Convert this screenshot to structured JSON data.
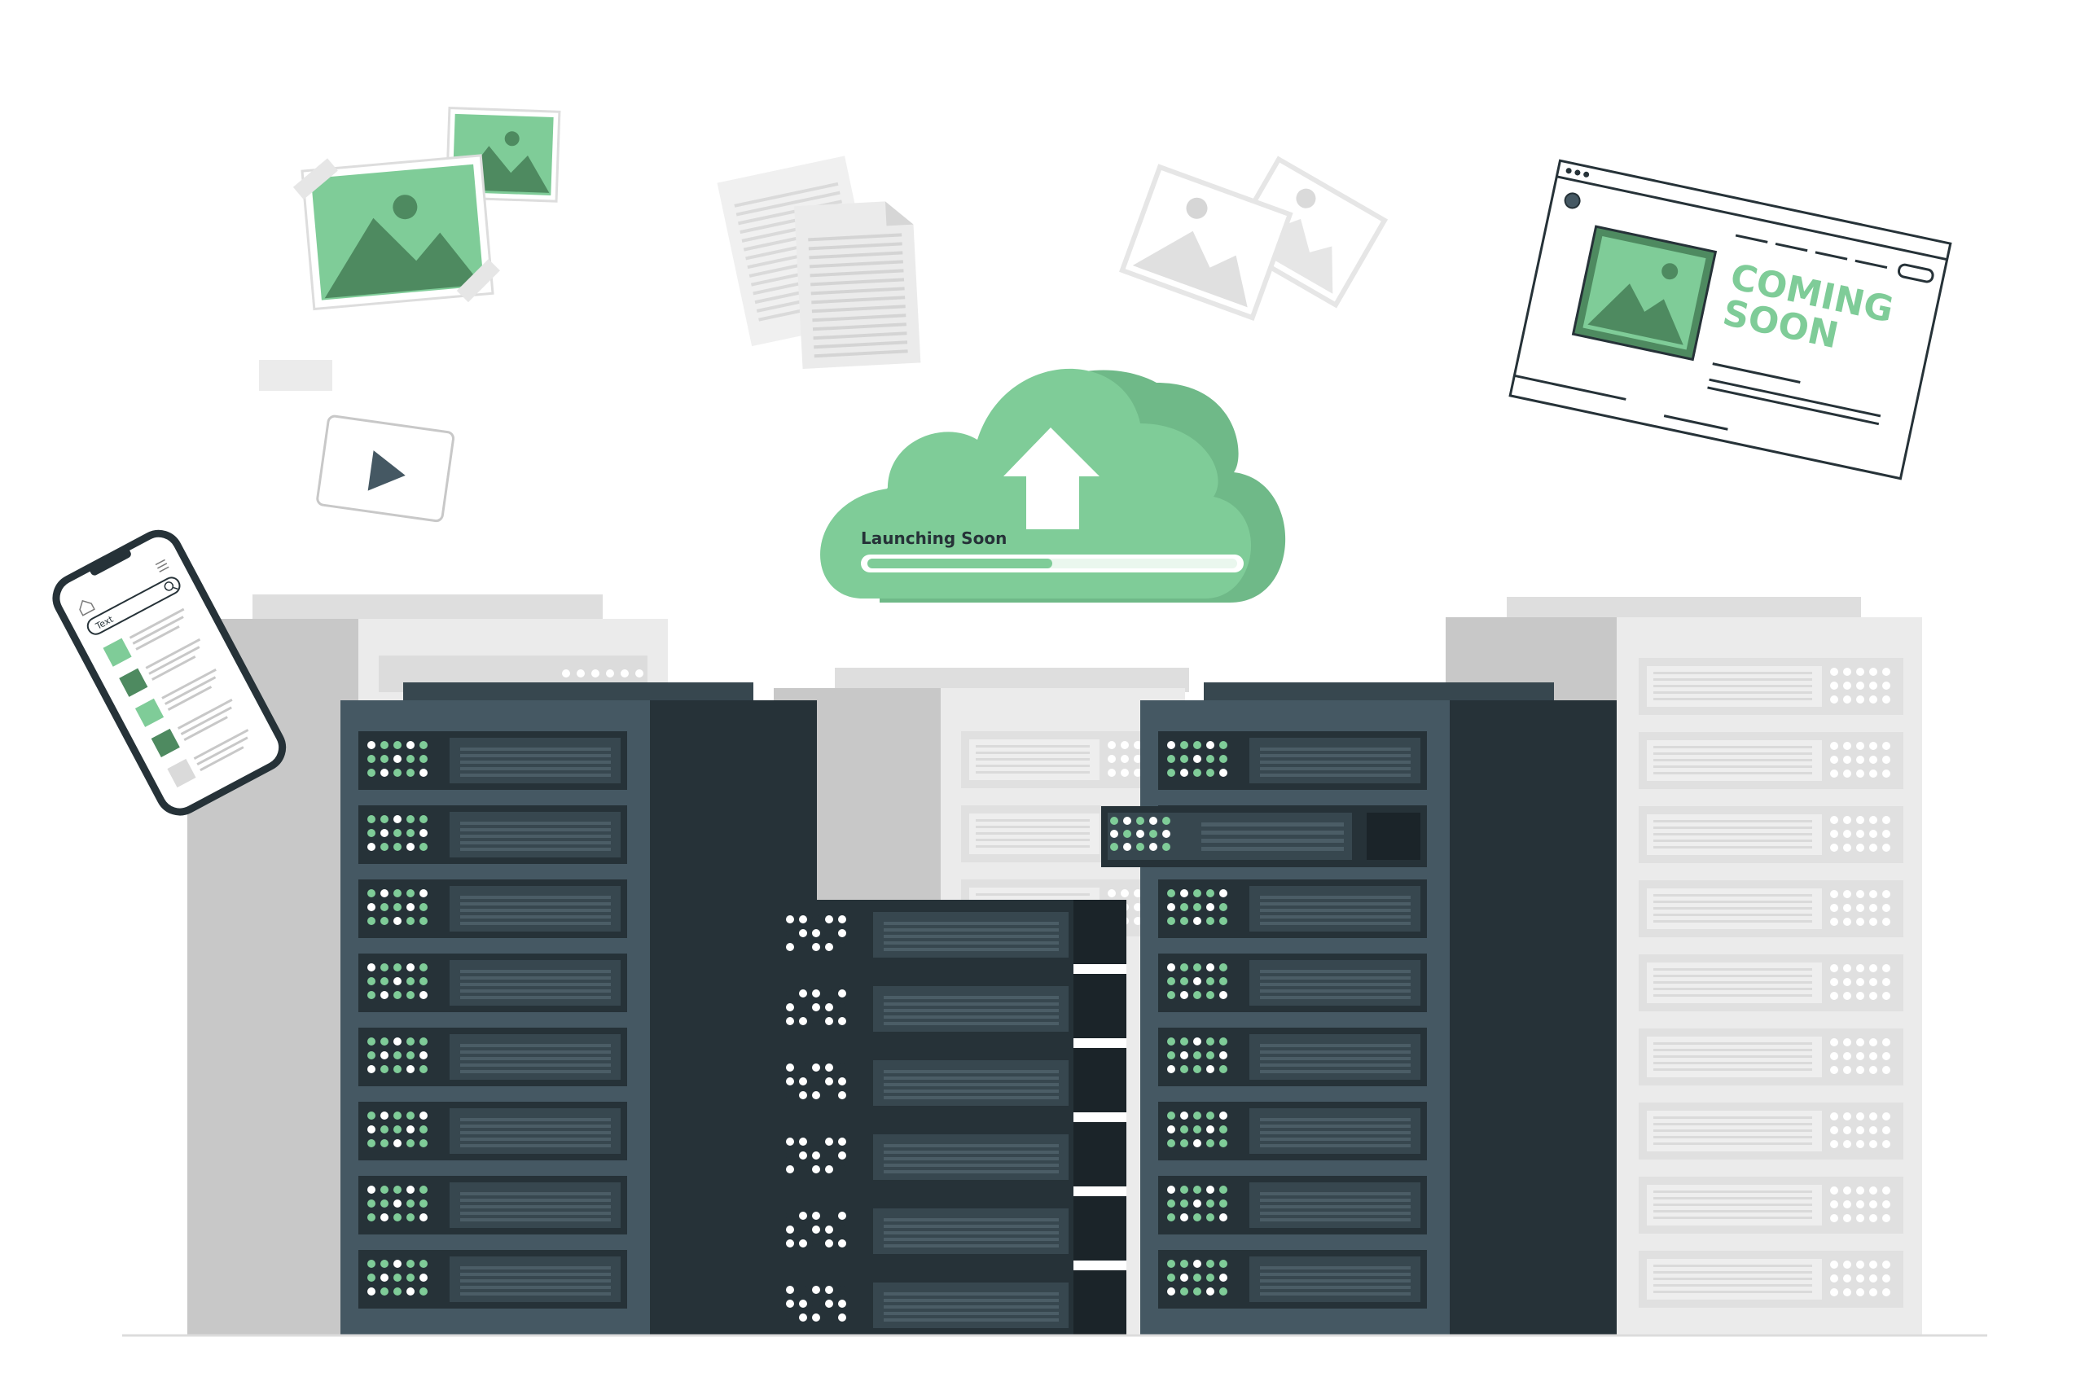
{
  "illustration": {
    "cloud": {
      "status_label": "Launching Soon",
      "progress": 0.5,
      "icon": "upload-arrow-icon"
    },
    "browser_card": {
      "headline_line1": "COMING",
      "headline_line2": "SOON",
      "icon": "image-icon"
    },
    "phone": {
      "search_text": "Text",
      "icons": [
        "home-icon",
        "search-icon",
        "menu-icon"
      ]
    },
    "video_card": {
      "icon": "play-icon"
    },
    "photos": {
      "icon": "image-icon"
    },
    "documents": {
      "icon": "document-icon"
    },
    "server_racks": {
      "left_dark_units": 8,
      "middle_units": 6,
      "right_dark_units": 8
    }
  },
  "colors": {
    "accent_green": "#7fcc98",
    "dark_green": "#4e8a60",
    "rack_dark": "#455863",
    "rack_darker": "#263238",
    "rack_light": "#e6e6e6",
    "rack_lighter": "#ebebeb",
    "rack_mid": "#c8c8c8",
    "outline": "#263238"
  }
}
